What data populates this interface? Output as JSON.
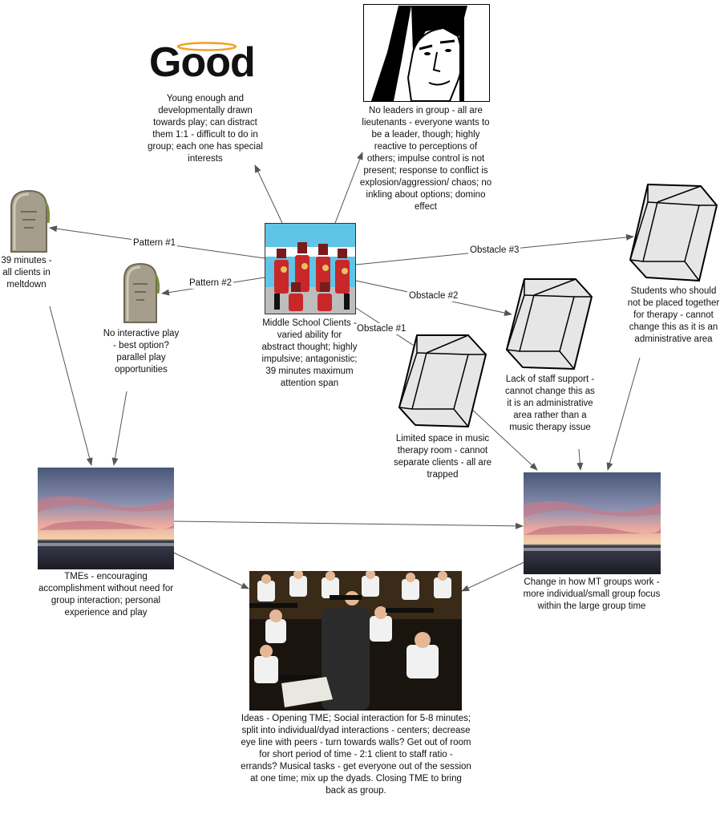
{
  "good_logo": {
    "word": "Good"
  },
  "nodes": {
    "good": "Young enough and developmentally drawn towards play; can distract them 1:1 - difficult to do in group; each one has special interests",
    "no_leaders": "No leaders in group - all are lieutenants - everyone wants to be a leader, though; highly reactive to perceptions of others; impulse control is not present; response to conflict is explosion/aggression/ chaos; no inkling about options; domino effect",
    "center": "Middle School Clients - varied ability for abstract thought; highly impulsive; antagonistic; 39 minutes maximum attention span",
    "tomb1": "39 minutes - all clients in meltdown",
    "tomb2": "No interactive play - best option? parallel play opportunities",
    "obstacle1": "Limited space in music therapy room - cannot separate clients - all are trapped",
    "obstacle2": "Lack of staff support - cannot change this as it is an administrative area rather than a music therapy issue",
    "obstacle3": "Students who should not be placed together for therapy - cannot change this as it is an administrative area",
    "tmes": "TMEs - encouraging accomplishment without need for group interaction; personal experience and play",
    "change": "Change in how MT groups work - more individual/small group focus within the large group time",
    "ideas": "Ideas - Opening TME; Social interaction for 5-8 minutes; split into individual/dyad interactions - centers; decrease eye line with peers - turn towards walls? Get out of room for short period of time - 2:1 client to staff ratio - errands? Musical tasks - get everyone out of the session at one time; mix up the dyads. Closing TME to bring back as group."
  },
  "edge_labels": {
    "pattern1": "Pattern #1",
    "pattern2": "Pattern #2",
    "obstacle1": "Obstacle #1",
    "obstacle2": "Obstacle #2",
    "obstacle3": "Obstacle #3"
  }
}
